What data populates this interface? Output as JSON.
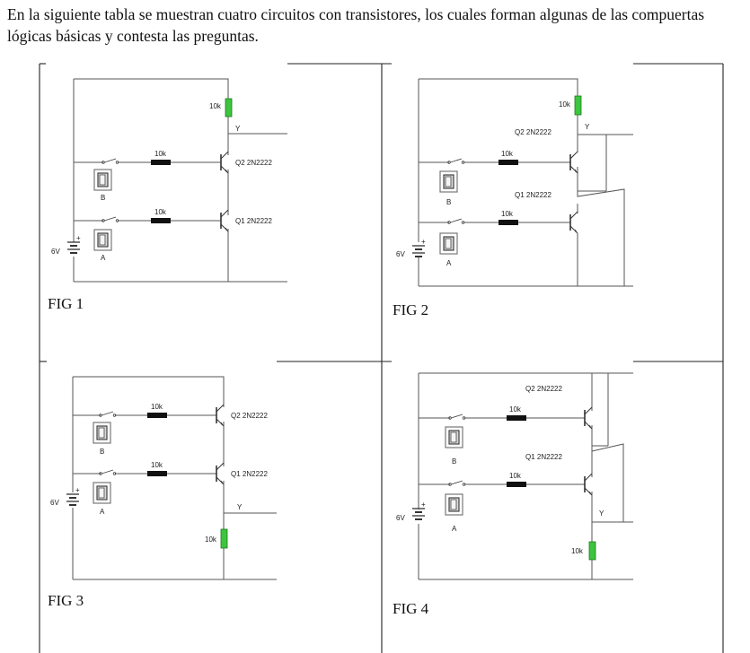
{
  "intro_text": "En la siguiente tabla se muestran cuatro circuitos con transistores, los cuales forman algunas de las compuertas lógicas básicas y contesta las preguntas.",
  "figures": [
    {
      "caption": "FIG 1",
      "resistor_top": "10k",
      "output_label": "Y",
      "q2_label": "Q2 2N2222",
      "q1_label": "Q1 2N2222",
      "base_resistor_b": "10k",
      "base_resistor_a": "10k",
      "switch_b": "B",
      "switch_a": "A",
      "battery": "6V"
    },
    {
      "caption": "FIG 2",
      "resistor_top": "10k",
      "output_label": "Y",
      "q2_label": "Q2 2N2222",
      "q1_label": "Q1 2N2222",
      "base_resistor_b": "10k",
      "base_resistor_a": "10k",
      "switch_b": "B",
      "switch_a": "A",
      "battery": "6V"
    },
    {
      "caption": "FIG 3",
      "resistor_bottom": "10k",
      "output_label": "Y",
      "q2_label": "Q2 2N2222",
      "q1_label": "Q1 2N2222",
      "base_resistor_b": "10k",
      "base_resistor_a": "10k",
      "switch_b": "B",
      "switch_a": "A",
      "battery": "6V"
    },
    {
      "caption": "FIG 4",
      "resistor_bottom": "10k",
      "output_label": "Y",
      "q2_label": "Q2 2N2222",
      "q1_label": "Q1 2N2222",
      "base_resistor_b": "10k",
      "base_resistor_a": "10k",
      "switch_b": "B",
      "switch_a": "A",
      "battery": "6V"
    }
  ],
  "colors": {
    "resistor_green": "#3ec43e",
    "wire": "#555555",
    "border": "#222222"
  }
}
